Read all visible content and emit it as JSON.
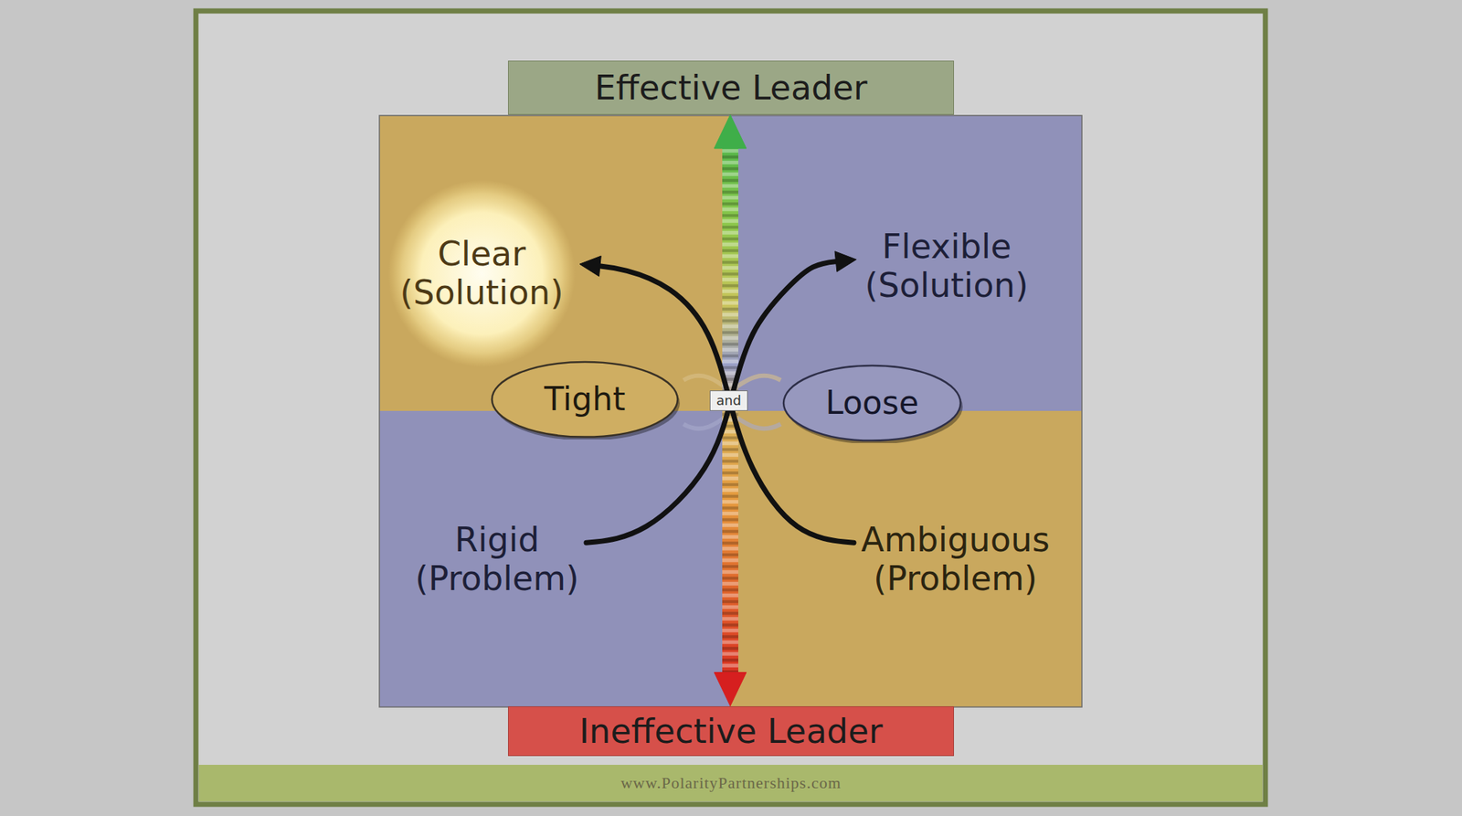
{
  "diagram": {
    "nodes": [
      {
        "text": [
          "Effective Leader"
        ]
      },
      {
        "text": [
          "Clear (Solution)"
        ]
      },
      {
        "text": [
          "Flexible (Solution)"
        ]
      },
      {
        "text": [
          "Tight"
        ]
      },
      {
        "text": [
          "and"
        ]
      },
      {
        "text": [
          "Loose"
        ]
      },
      {
        "text": [
          "Rigid (Problem)"
        ]
      },
      {
        "text": [
          "Ambiguous (Problem)"
        ]
      },
      {
        "text": [
          "Ineffective Leader"
        ]
      }
    ],
    "edges": [
      {
        "from": 8,
        "to": 0,
        "arrow": "both"
      },
      {
        "from": 6,
        "to": 2,
        "arrow": "to"
      },
      {
        "from": 7,
        "to": 1,
        "arrow": "to"
      }
    ],
    "labels": [
      "www.PolarityPartnerships.com"
    ]
  }
}
